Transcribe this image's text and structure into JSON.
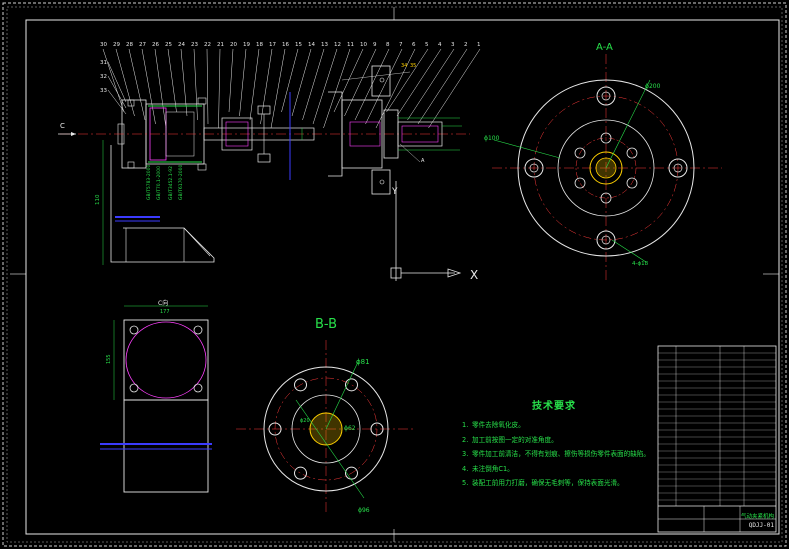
{
  "drawing": {
    "view_labels": {
      "section_aa": "A-A",
      "section_bb": "B-B",
      "view_c": "C向",
      "arrow_c": "C",
      "axis_x": "X",
      "axis_y": "Y"
    },
    "part_numbers": [
      "30",
      "29",
      "28",
      "27",
      "26",
      "25",
      "24",
      "23",
      "22",
      "21",
      "20",
      "19",
      "18",
      "17",
      "16",
      "15",
      "14",
      "13",
      "12",
      "11",
      "10",
      "9",
      "8",
      "7",
      "6",
      "5",
      "4",
      "3",
      "2",
      "1"
    ],
    "left_part_numbers": [
      "31",
      "32",
      "33"
    ],
    "dimensions": {
      "aa_d200": "ϕ200",
      "aa_d100": "ϕ100",
      "aa_holes": "4-ϕ18",
      "bb_d81": "ϕ81",
      "bb_d62": "ϕ62",
      "bb_d96": "ϕ96",
      "bb_d20": "ϕ20",
      "c_width": "177",
      "c_height": "155",
      "height_110": "110"
    },
    "technical_requirements": {
      "title": "技术要求",
      "items": [
        {
          "n": "1.",
          "text": "零件去除氧化皮。"
        },
        {
          "n": "2.",
          "text": "加工前按图一定的对准角度。"
        },
        {
          "n": "3.",
          "text": "零件加工前清洁，不得有划痕、擦伤等损伤零件表面的缺陷。"
        },
        {
          "n": "4.",
          "text": "未注倒角C1。"
        },
        {
          "n": "5.",
          "text": "装配工前用力打磨，确保无毛刺等，保持表面光滑。"
        }
      ]
    },
    "title_block": {
      "name": "气动夹紧机构",
      "code": "QDJJ-01"
    },
    "colors": {
      "background": "#000000",
      "lines": "#e8e8e8",
      "centerlines": "#ff3b3b",
      "dimensions": "#27e04a",
      "hidden": "#ff40ff",
      "axis": "#3b3bff",
      "accent": "#ffd000"
    }
  }
}
